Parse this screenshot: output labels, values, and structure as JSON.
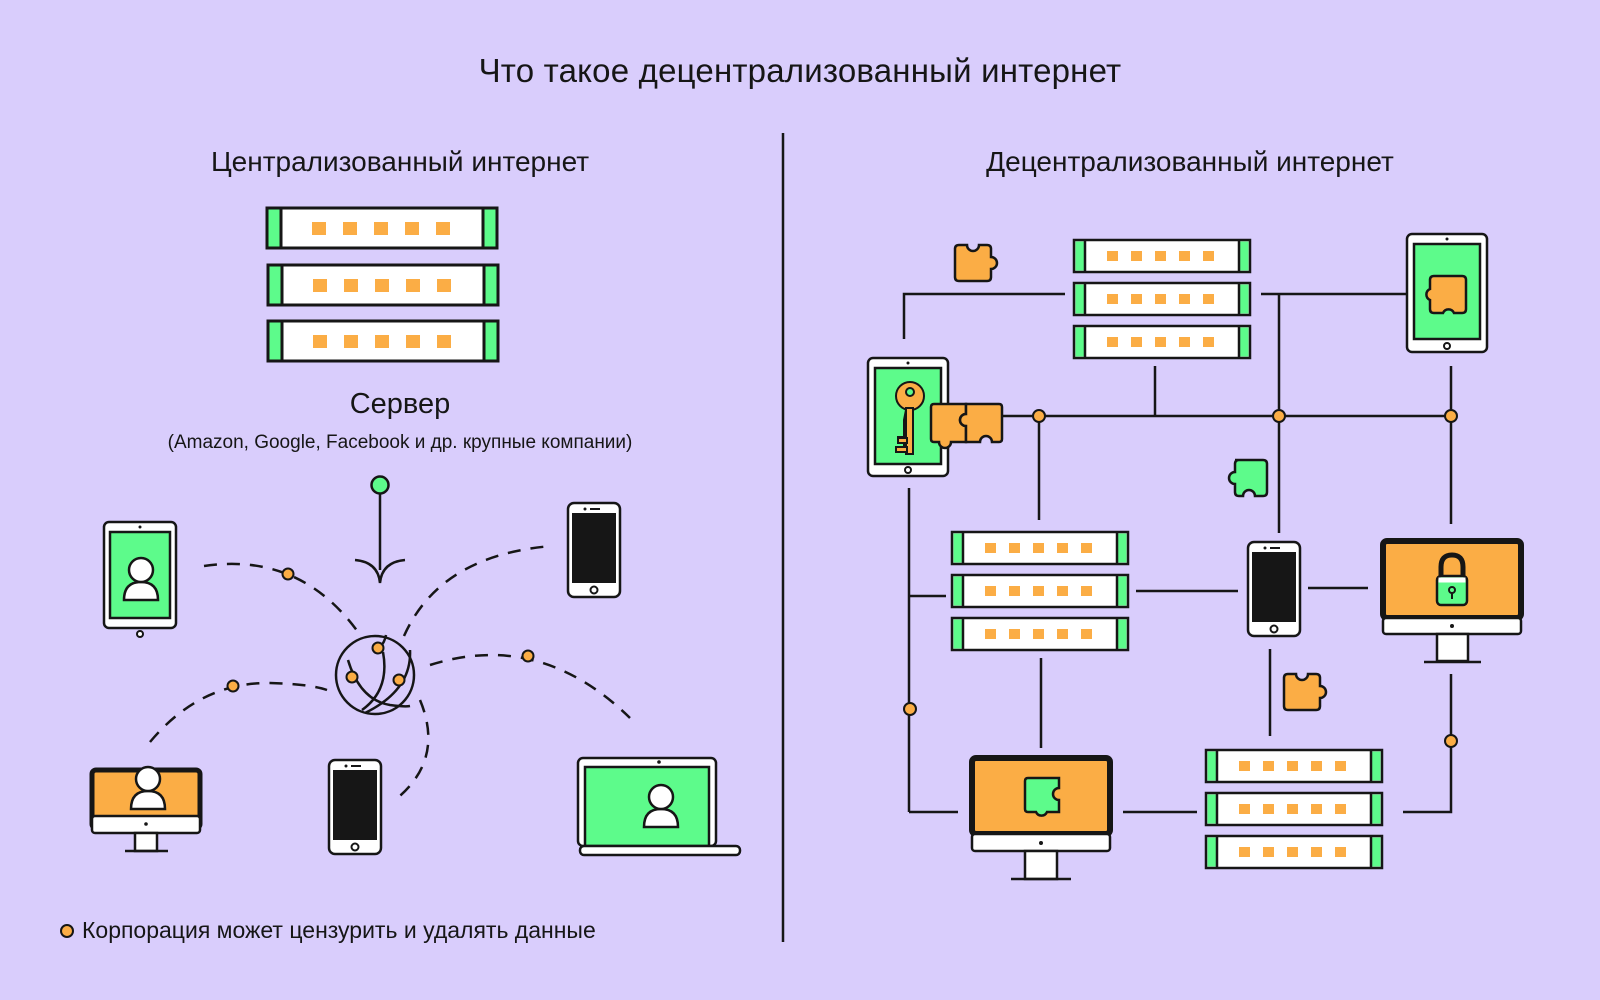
{
  "title": "Что такое децентрализованный интернет",
  "left_panel": {
    "heading": "Централизованный интернет",
    "server_label": "Сервер",
    "server_subtitle": "(Amazon, Google, Facebook и др. крупные компании)",
    "legend": {
      "marker": "orange-dot",
      "text": "Корпорация может цензурить и удалять данные"
    },
    "nodes": [
      "server-stack",
      "globe-hub",
      "tablet-user",
      "phone",
      "monitor-user",
      "phone",
      "laptop-user",
      "green-pin-arrow"
    ]
  },
  "right_panel": {
    "heading": "Децентрализованный интернет",
    "nodes": [
      "server-stack",
      "server-stack",
      "server-stack",
      "tablet-key",
      "tablet-puzzle",
      "phone",
      "monitor-lock",
      "monitor-puzzle"
    ],
    "loose_pieces": [
      "puzzle-orange",
      "puzzle-green",
      "puzzle-orange"
    ]
  },
  "colors": {
    "background": "#d9cdfc",
    "green": "#5dfb8b",
    "orange": "#fbad45",
    "ink": "#161616",
    "white": "#ffffff"
  }
}
